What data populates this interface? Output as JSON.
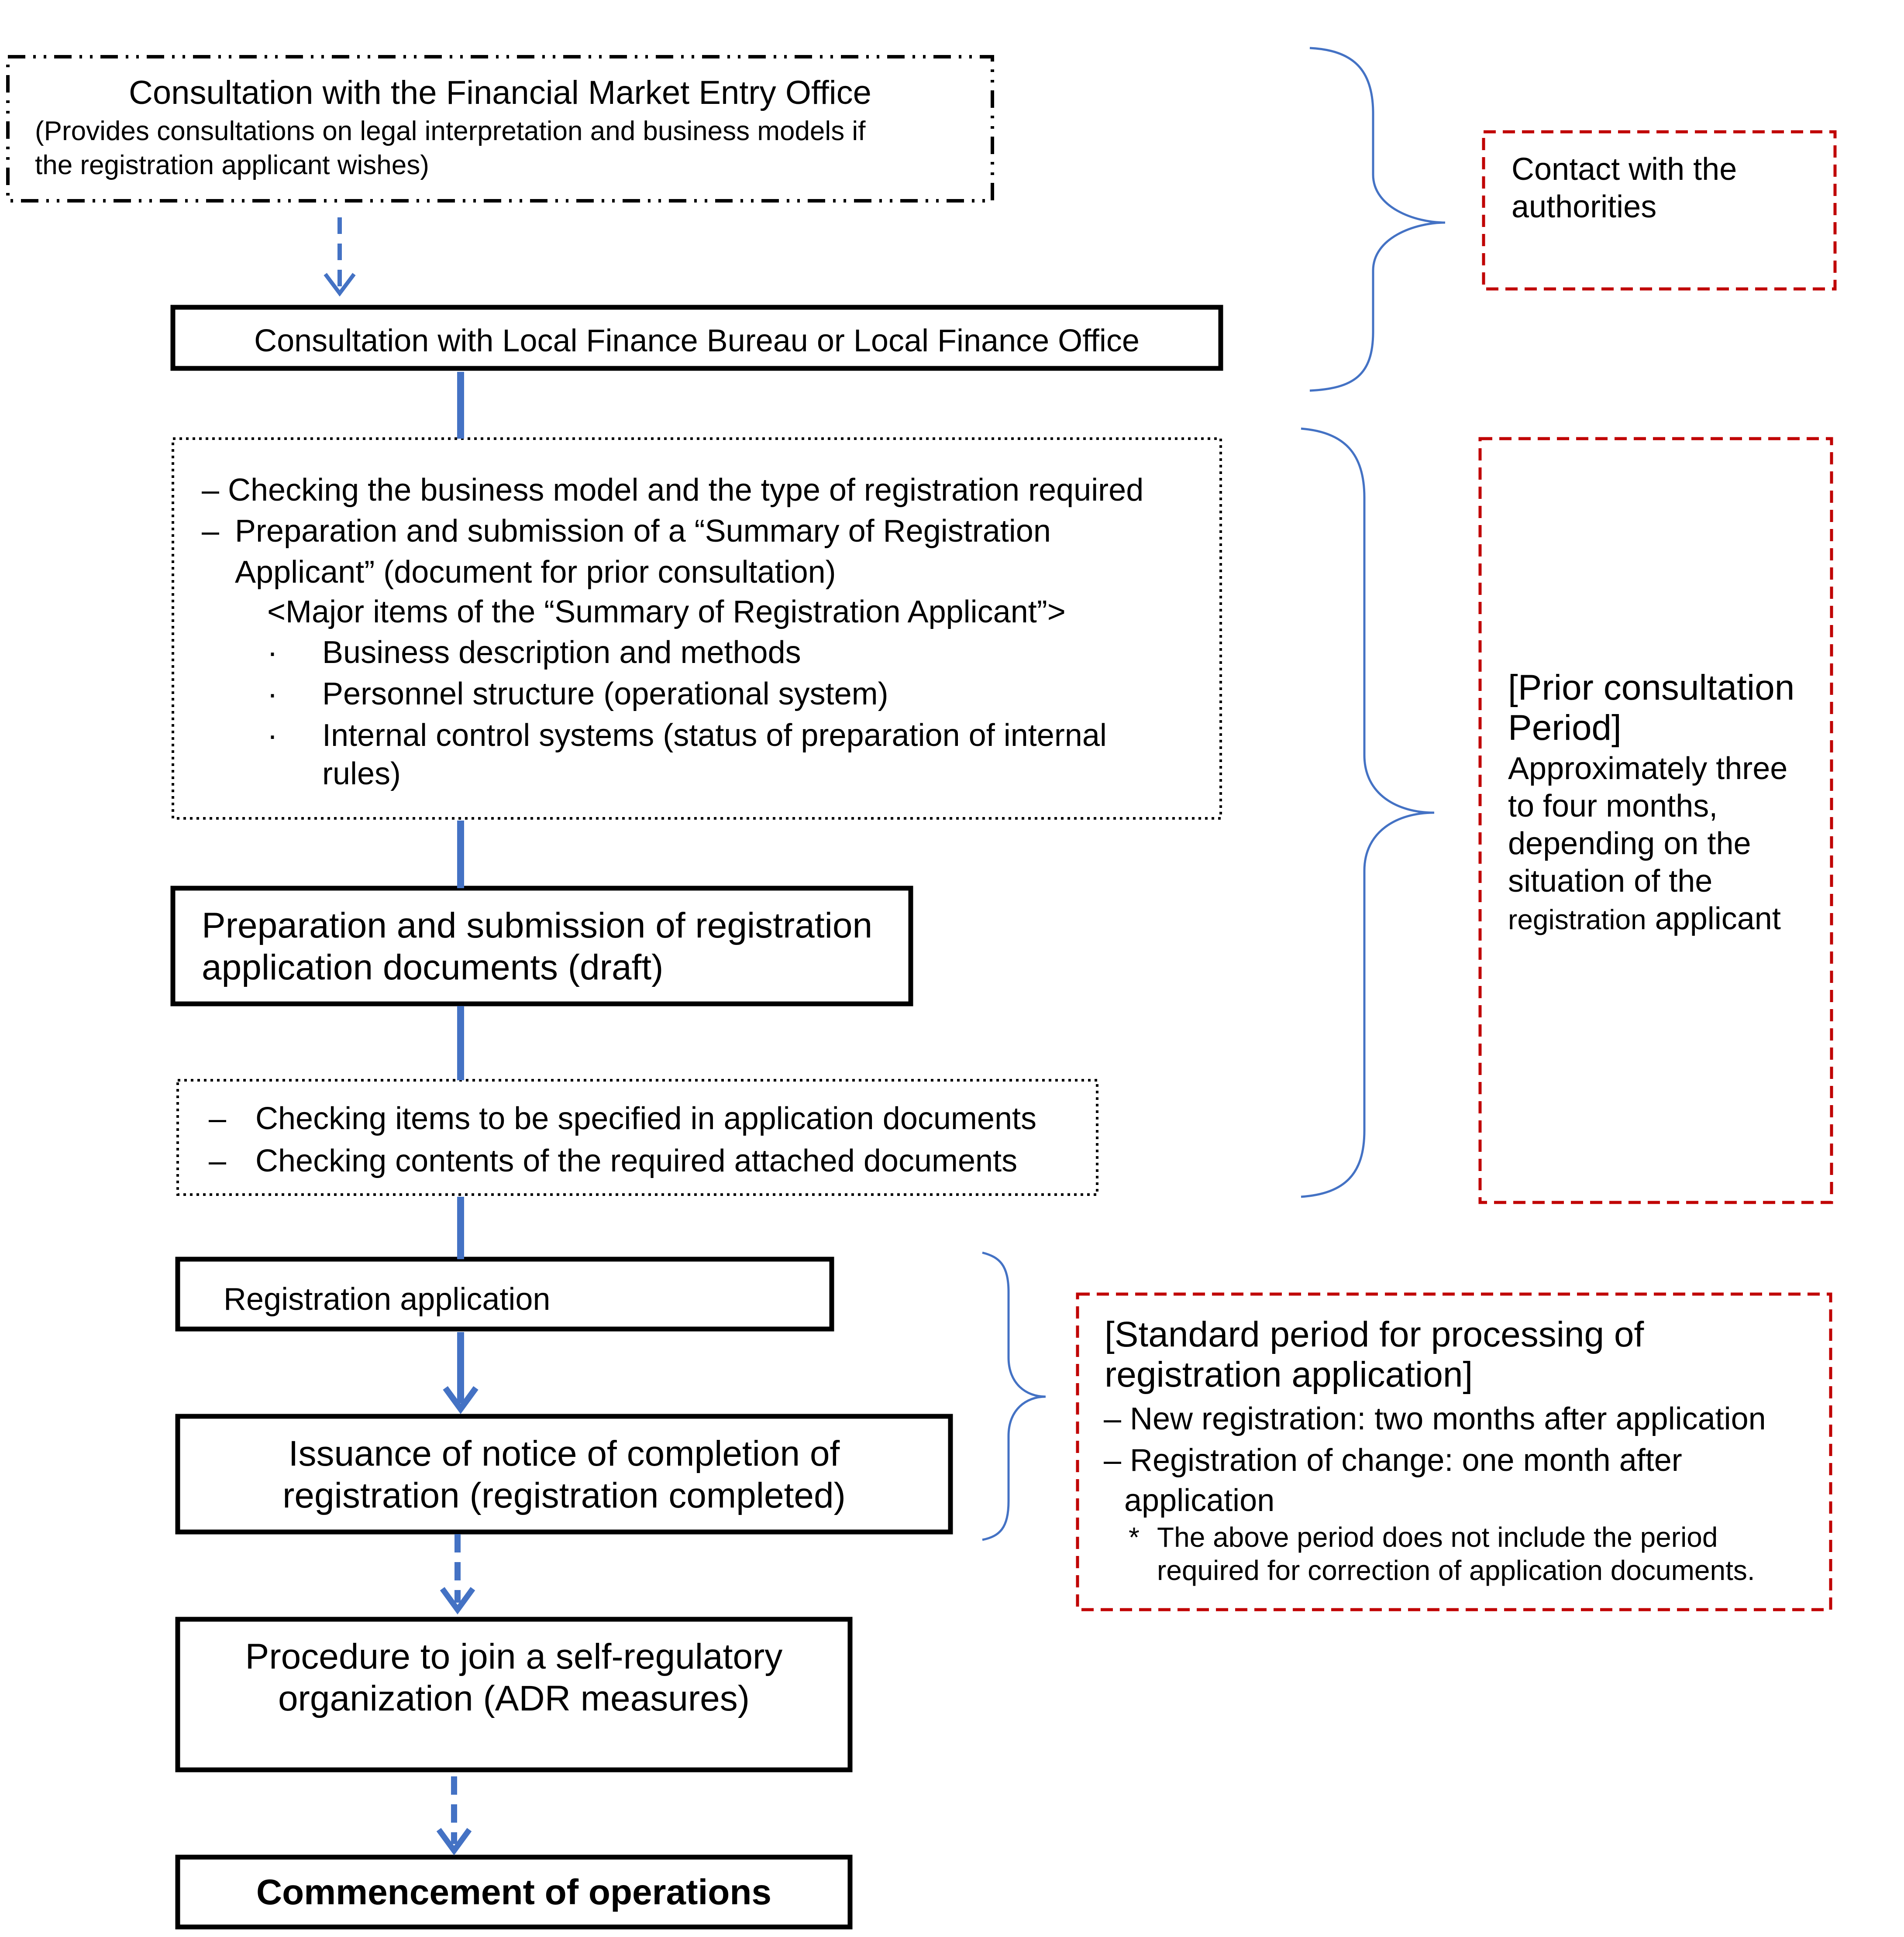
{
  "nodes": {
    "entry_office": {
      "title": "Consultation with the Financial Market Entry Office",
      "subtitle_1": "(Provides consultations on legal interpretation and business models if",
      "subtitle_2": "the registration applicant wishes)"
    },
    "local_bureau": {
      "label": "Consultation with Local Finance Bureau or Local Finance Office"
    },
    "prior_check": {
      "dash": "–",
      "bullet": "·",
      "line_1": "Checking the business model and the type of registration required",
      "line_2": "Preparation and submission of a “Summary of Registration",
      "line_3": "Applicant” (document for prior consultation)",
      "line_4": "<Major items of the “Summary of Registration Applicant”>",
      "item_1": "Business description and methods",
      "item_2": "Personnel structure (operational system)",
      "item_3a": "Internal control systems (status of preparation of internal",
      "item_3b": "rules)"
    },
    "draft_docs": {
      "line_1": "Preparation and submission of registration",
      "line_2": "application documents (draft)"
    },
    "doc_check": {
      "dash": "–",
      "line_1": "Checking items to be specified in application documents",
      "line_2": "Checking contents of the required attached documents"
    },
    "registration_application": {
      "label": "Registration application"
    },
    "completion_notice": {
      "line_1": "Issuance of notice of completion of",
      "line_2": "registration (registration completed)"
    },
    "self_regulatory": {
      "line_1": "Procedure to join a self-regulatory",
      "line_2": "organization (ADR measures)"
    },
    "commencement": {
      "label": "Commencement of operations"
    }
  },
  "notes": {
    "contact": {
      "line_1": "Contact with the",
      "line_2": "authorities"
    },
    "prior_period": {
      "head_1": "[Prior consultation",
      "head_2": "Period]",
      "line_1": "Approximately three",
      "line_2": "to four months,",
      "line_3": "depending on the",
      "line_4": "situation of the",
      "line_5_small": "registration",
      "line_5_rest": "applicant"
    },
    "standard_period": {
      "head_1": "[Standard period for processing of",
      "head_2": "registration application]",
      "dash": "–",
      "line_1": "New registration: two months after application",
      "line_2": "Registration of change: one month after",
      "line_3": "application",
      "asterisk": "*",
      "footnote_1": "The above period does not include the period",
      "footnote_2": "required for correction of application documents."
    }
  },
  "colors": {
    "flow_blue": "#4472C4",
    "note_red": "#C00000",
    "box_black": "#000000"
  }
}
